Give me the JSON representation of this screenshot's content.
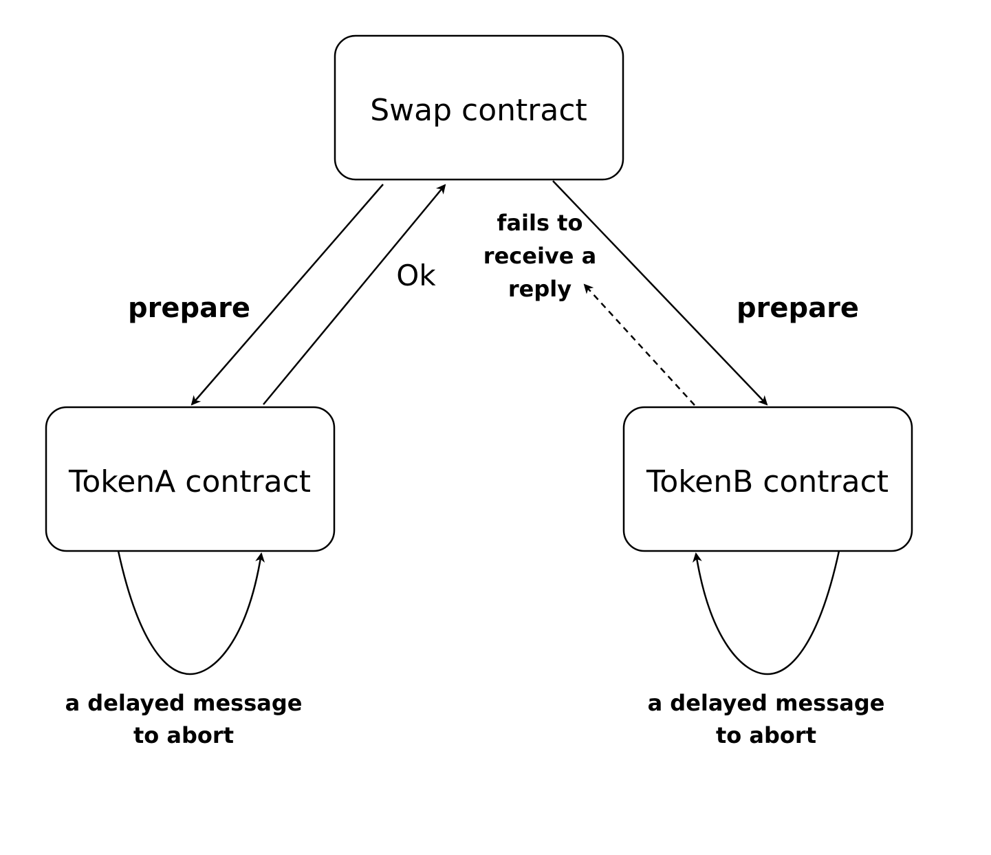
{
  "nodes": {
    "swap": {
      "label": "Swap contract"
    },
    "token_a": {
      "label": "TokenA contract"
    },
    "token_b": {
      "label": "TokenB contract"
    }
  },
  "edges": {
    "swap_to_a": {
      "label": "prepare"
    },
    "a_to_swap": {
      "label": "Ok"
    },
    "swap_to_b": {
      "label": "prepare"
    },
    "b_to_swap": {
      "label_lines": [
        "fails to",
        "receive a",
        "reply"
      ]
    },
    "a_self": {
      "label_lines": [
        "a delayed message",
        "to abort"
      ]
    },
    "b_self": {
      "label_lines": [
        "a delayed message",
        "to abort"
      ]
    }
  }
}
